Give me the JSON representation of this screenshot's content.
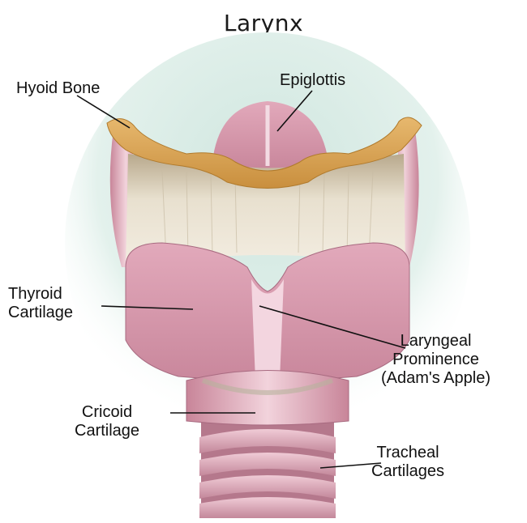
{
  "title": "Larynx",
  "labels": {
    "hyoid": [
      "Hyoid Bone"
    ],
    "epiglottis": [
      "Epiglottis"
    ],
    "thyroid": [
      "Thyroid",
      "Cartilage"
    ],
    "laryngeal": [
      "Laryngeal",
      "Prominence",
      "(Adam's Apple)"
    ],
    "cricoid": [
      "Cricoid",
      "Cartilage"
    ],
    "tracheal": [
      "Tracheal",
      "Cartilages"
    ]
  }
}
